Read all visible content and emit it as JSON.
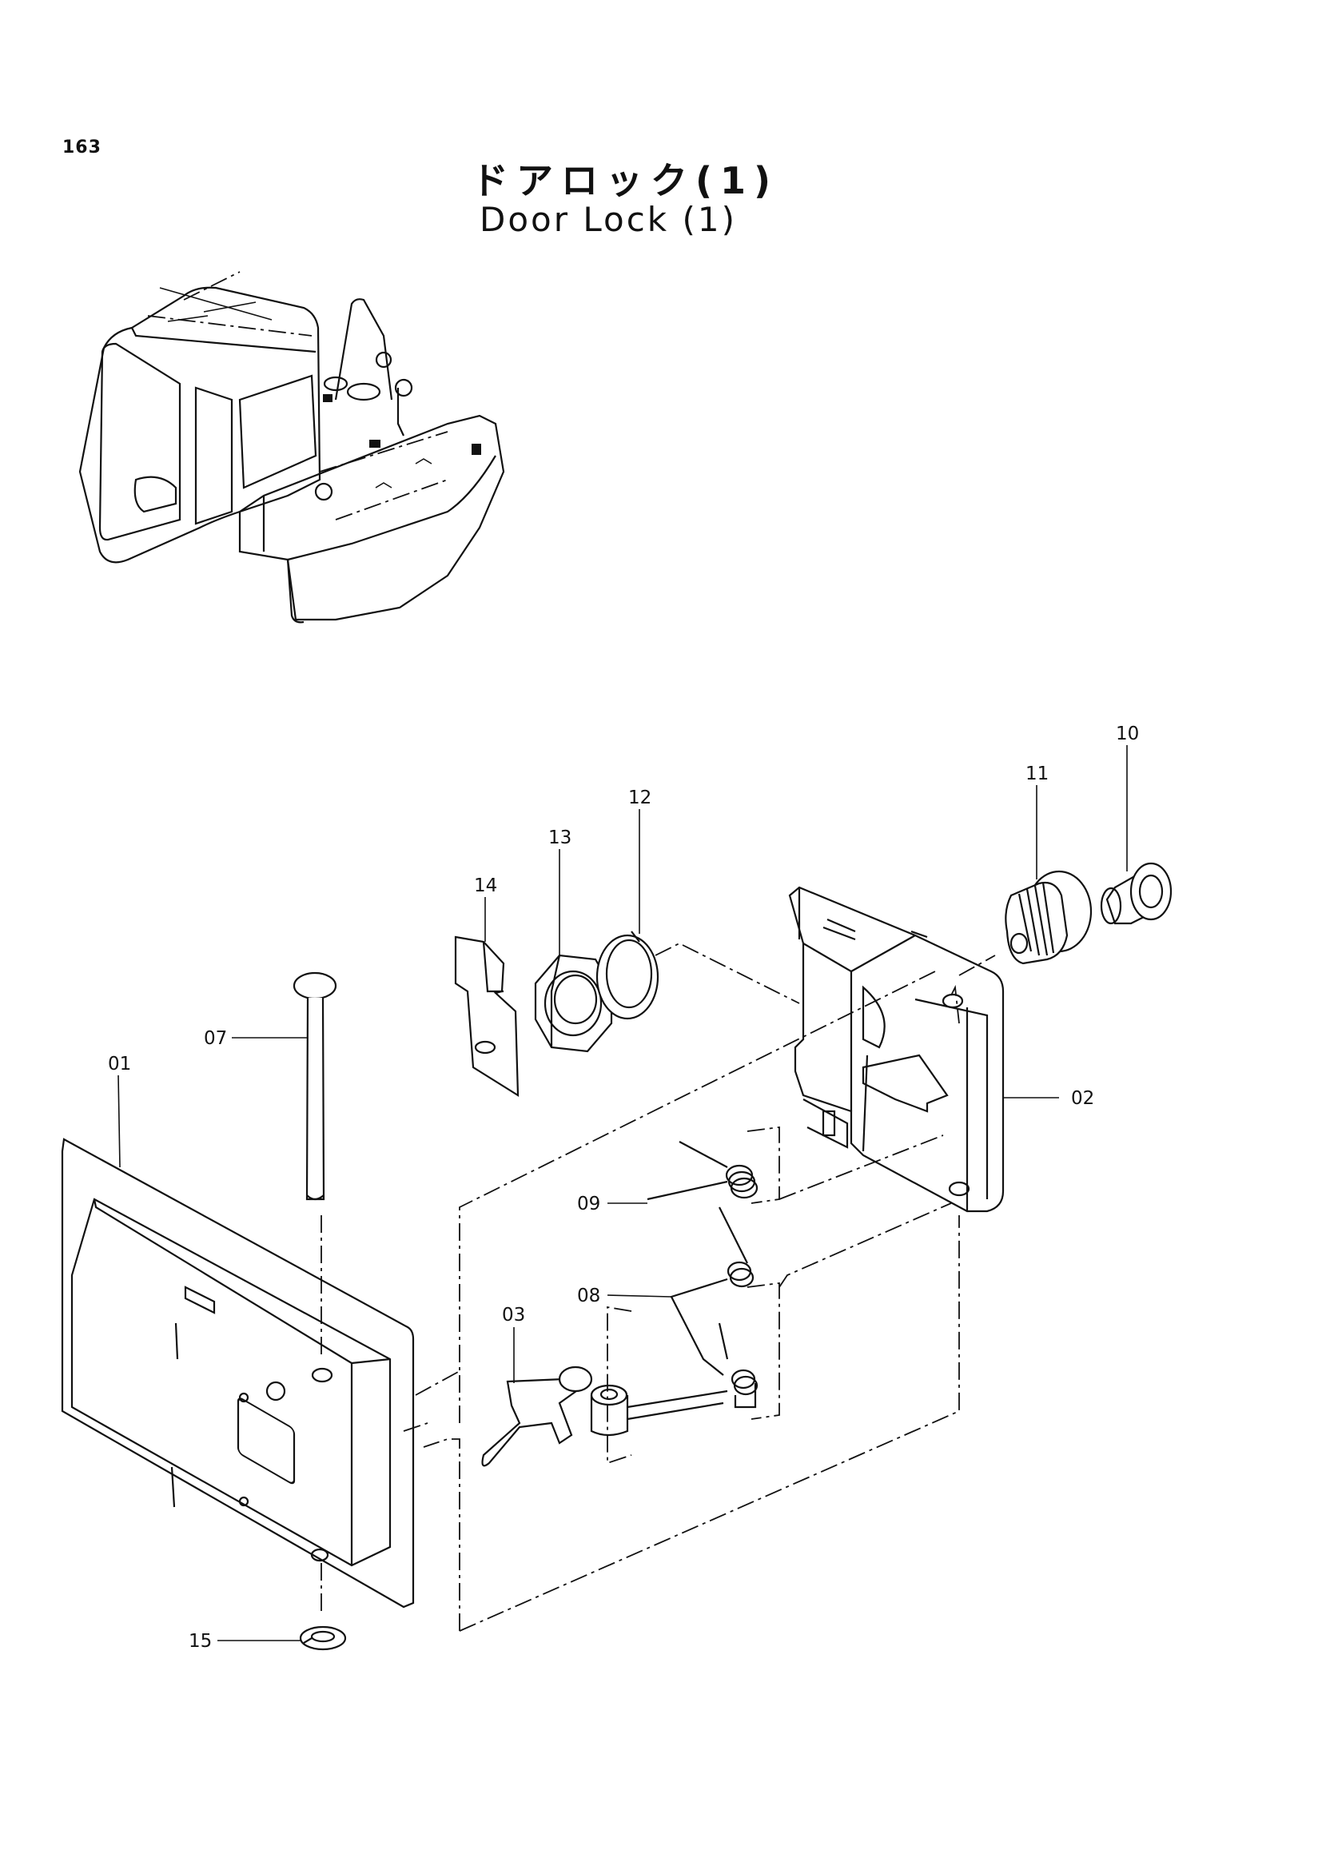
{
  "page_number": "163",
  "title_jp": "ドアロック(1)",
  "title_en": "Door Lock (1)",
  "callouts": {
    "p01": "01",
    "p02": "02",
    "p03": "03",
    "p07": "07",
    "p08": "08",
    "p09": "09",
    "p10": "10",
    "p11": "11",
    "p12": "12",
    "p13": "13",
    "p14": "14",
    "p15": "15"
  }
}
